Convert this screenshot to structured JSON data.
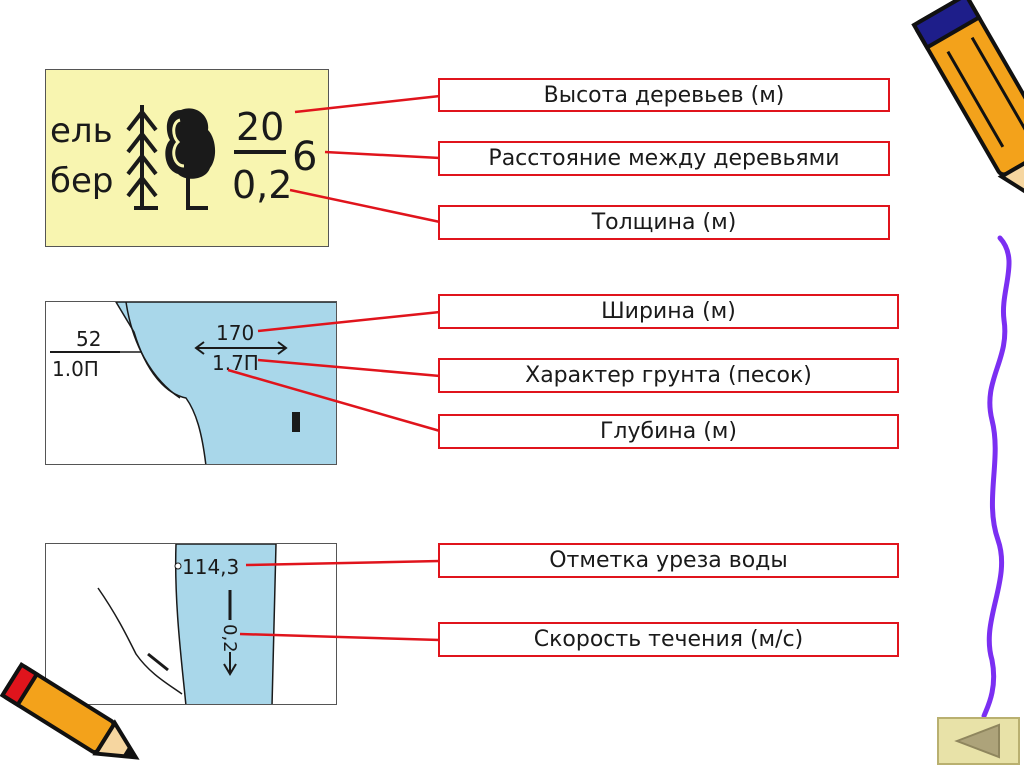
{
  "colors": {
    "connector": "#e0141c",
    "forest_panel_bg": "#f8f5b0",
    "water": "#a9d7ea",
    "map_ink": "#1a1a1a",
    "squiggle": "#7b2ff2",
    "pencil_body": "#f3a21b",
    "nav_button": "#e8e2a8"
  },
  "forest_sign": {
    "species_top": "ель",
    "species_bottom": "бер",
    "height": "20",
    "thickness": "0,2",
    "spacing": "6"
  },
  "river_sign": {
    "stream_width": "52",
    "stream_depth_soil": "1.0П",
    "width": "170",
    "depth_soil": "1.7П"
  },
  "water_level_sign": {
    "elevation": "114,3",
    "speed": "0,2"
  },
  "labels": {
    "tree_height": "Высота деревьев (м)",
    "tree_spacing": "Расстояние между деревьями",
    "thickness": "Толщина  (м)",
    "width": "Ширина (м)",
    "soil": "Характер грунта (песок)",
    "depth": "Глубина (м)",
    "water_mark": "Отметка уреза воды",
    "flow_speed": "Скорость течения (м/с)"
  },
  "icons": {
    "pencil_top_right": "pencil-icon",
    "pencil_bottom_left": "pencil-icon",
    "squiggle": "purple-squiggle-decoration",
    "back_button": "triangle-left-icon"
  }
}
